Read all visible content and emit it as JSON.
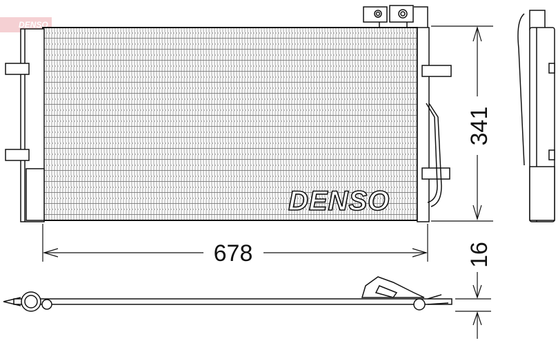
{
  "drawing": {
    "brand_logo": "DENSO",
    "watermark": "DENSO",
    "dimensions": {
      "width": "678",
      "height": "341",
      "thickness": "16"
    },
    "colors": {
      "line": "#111111",
      "fin": "#999999",
      "watermark": "#e8a0a8"
    }
  }
}
